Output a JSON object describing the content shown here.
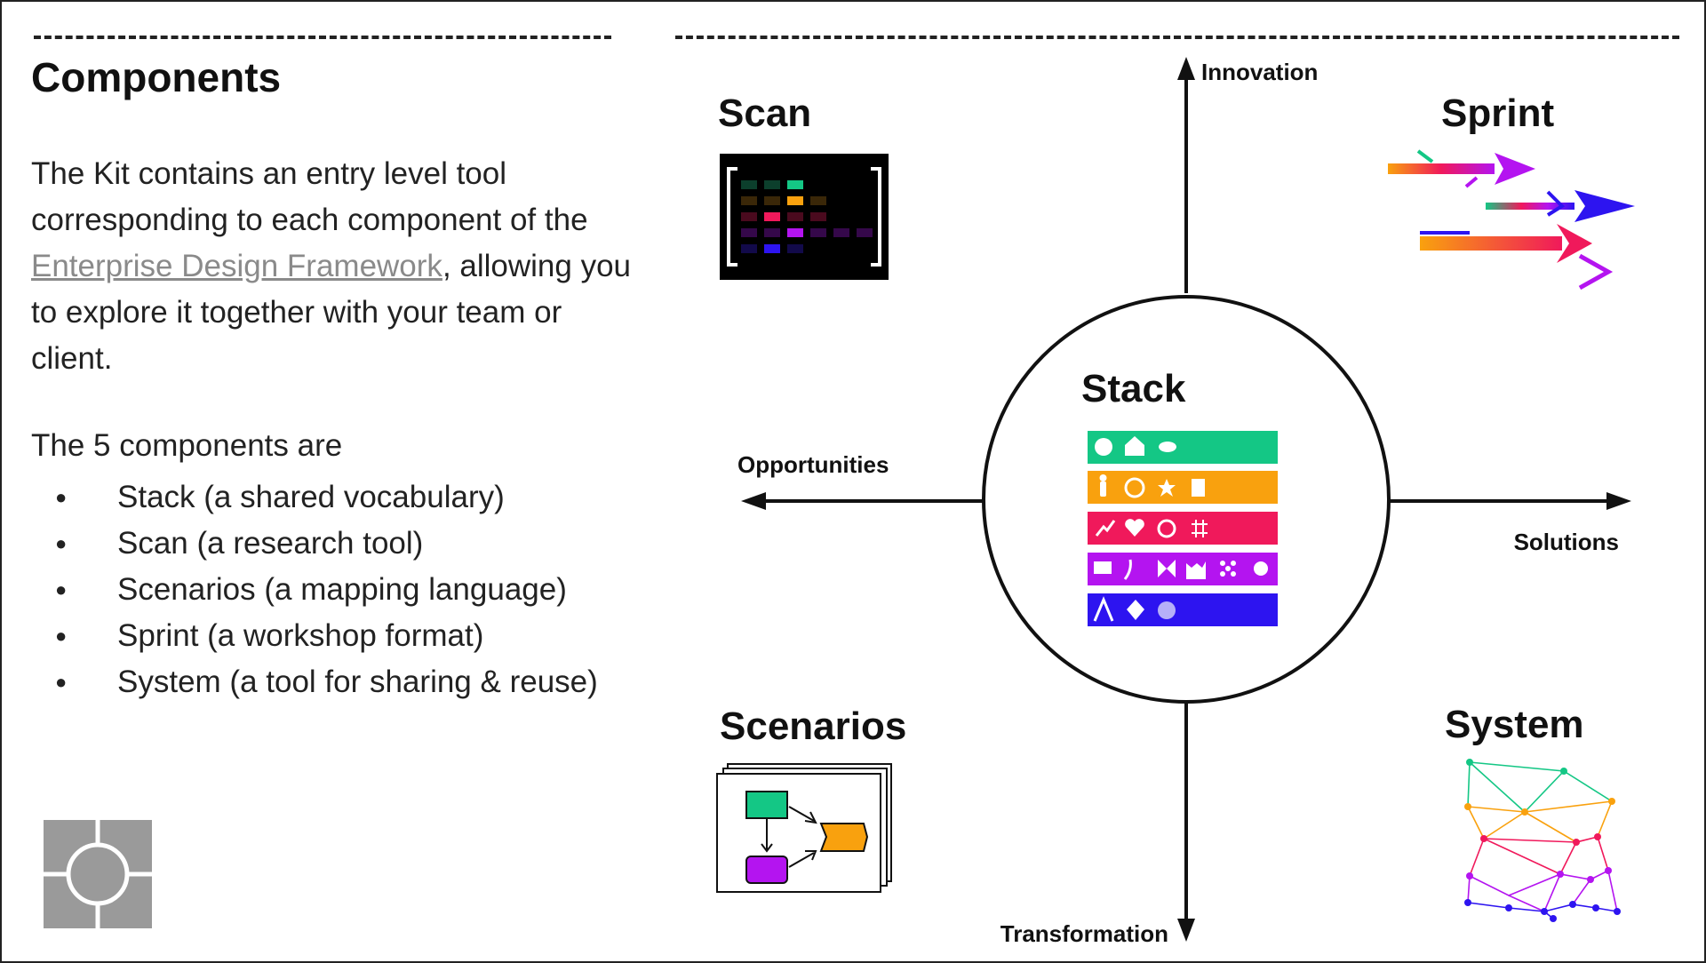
{
  "title": "Components",
  "intro": {
    "before": "The Kit contains an entry level tool corresponding to each component of the ",
    "link": "Enterprise Design Framework",
    "after": ", allowing you to explore it together with your team or client."
  },
  "list_heading": "The 5 components are",
  "components": [
    "Stack (a shared vocabulary)",
    "Scan (a research tool)",
    "Scenarios (a mapping language)",
    "Sprint (a workshop format)",
    "System (a tool for sharing & reuse)"
  ],
  "diagram": {
    "axes": {
      "top": "Innovation",
      "bottom": "Transformation",
      "left": "Opportunities",
      "right": "Solutions"
    },
    "quadrants": {
      "top_left": "Scan",
      "top_right": "Sprint",
      "bottom_left": "Scenarios",
      "bottom_right": "System",
      "center": "Stack"
    },
    "stack_rows": [
      {
        "color": "#14c785",
        "icons": [
          "speech-bubble-icon",
          "house-icon",
          "eye-icon"
        ]
      },
      {
        "color": "#f9a10e",
        "icons": [
          "person-icon",
          "target-icon",
          "star-icon",
          "document-icon"
        ]
      },
      {
        "color": "#f0195b",
        "icons": [
          "trend-icon",
          "heart-icon",
          "gear-circle-icon",
          "grid-icon"
        ]
      },
      {
        "color": "#b414f0",
        "icons": [
          "chat-icon",
          "function-icon",
          "bowtie-icon",
          "factory-icon",
          "network-icon",
          "cog-icon"
        ]
      },
      {
        "color": "#2d14f0",
        "icons": [
          "letter-a-icon",
          "diamond-icon",
          "orb-icon"
        ]
      }
    ]
  },
  "colors": {
    "green": "#14c785",
    "orange": "#f9a10e",
    "red": "#f0195b",
    "purple": "#b414f0",
    "blue": "#2d14f0",
    "logo_gray": "#9a9a9a"
  }
}
